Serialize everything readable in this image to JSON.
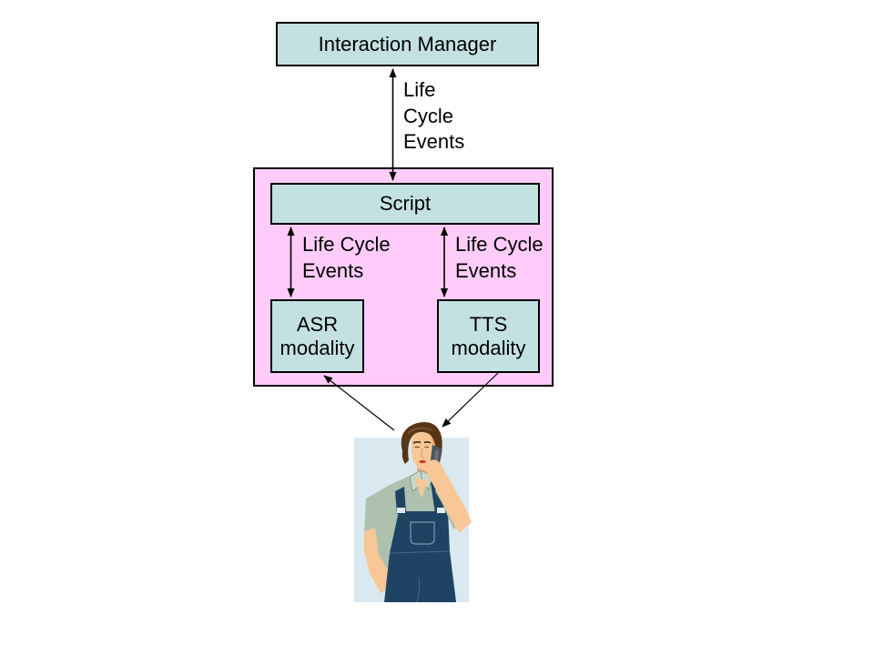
{
  "colors": {
    "page_background": "#FFFFFF",
    "node_fill": "#C4E1E2",
    "node_border": "#000000",
    "container_fill": "#FFCCF9",
    "container_border": "#000000",
    "arrow_color": "#000000",
    "photo_background": "#DAE9F0"
  },
  "nodes": {
    "interaction_manager": {
      "label": "Interaction Manager"
    },
    "script": {
      "label": "Script"
    },
    "asr_modality": {
      "label": "ASR\nmodality"
    },
    "tts_modality": {
      "label": "TTS\nmodality"
    },
    "user": {
      "label": "",
      "description": "man talking on a mobile phone"
    }
  },
  "edges": [
    {
      "from": "interaction_manager",
      "to": "script",
      "label": "Life\nCycle\nEvents",
      "direction": "both"
    },
    {
      "from": "script",
      "to": "asr_modality",
      "label": "Life Cycle\nEvents",
      "direction": "both"
    },
    {
      "from": "script",
      "to": "tts_modality",
      "label": "Life Cycle\nEvents",
      "direction": "both"
    },
    {
      "from": "user",
      "to": "asr_modality",
      "label": "",
      "direction": "single"
    },
    {
      "from": "tts_modality",
      "to": "user",
      "label": "",
      "direction": "single"
    }
  ]
}
